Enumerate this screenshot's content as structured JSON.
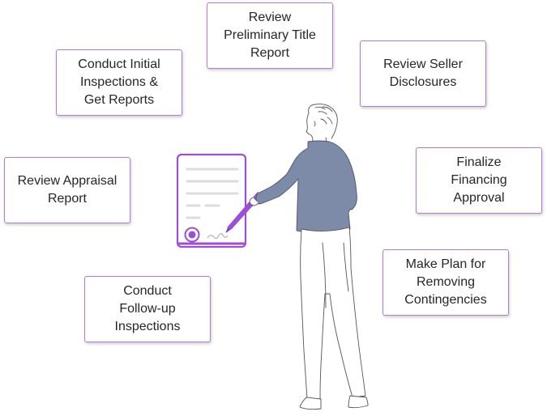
{
  "steps": [
    {
      "label": "Review\nPreliminary Title\nReport"
    },
    {
      "label": "Conduct Initial\nInspections &\nGet Reports"
    },
    {
      "label": "Review Seller\nDisclosures"
    },
    {
      "label": "Review Appraisal\nReport"
    },
    {
      "label": "Finalize\nFinancing\nApproval"
    },
    {
      "label": "Make Plan for\nRemoving\nContingencies"
    },
    {
      "label": "Conduct\nFollow-up\nInspections"
    }
  ],
  "colors": {
    "accent": "#9b4fd6",
    "card_border": "#b27ad9",
    "shirt": "#7d8aa8",
    "line": "#555555"
  },
  "illustration": {
    "document": "signed-contract-icon",
    "pen": "pen-icon",
    "person": "standing-man-pointing"
  }
}
